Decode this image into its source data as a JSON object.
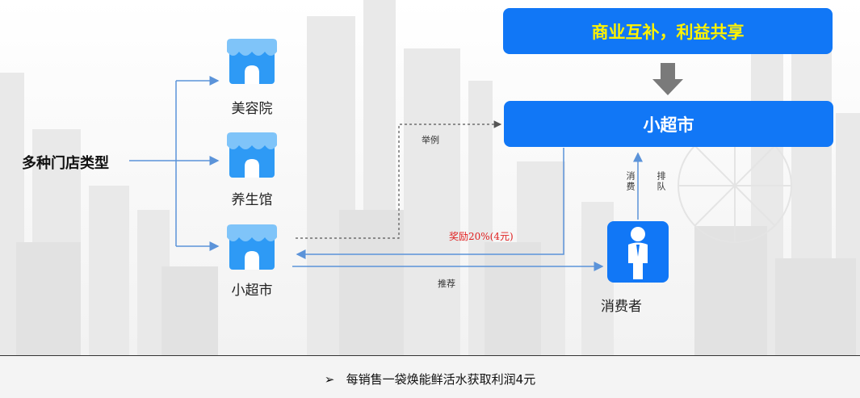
{
  "diagram": {
    "source": "多种门店类型",
    "stores": [
      "美容院",
      "养生馆",
      "小超市"
    ],
    "top_banner": "商业互补，利益共享",
    "supermarket_banner": "小超市",
    "consumer": "消费者",
    "edge_labels": {
      "example": "举例",
      "reward": "奖励20%(4元)",
      "recommend": "推荐",
      "consume": "消费",
      "queue": "排队"
    }
  },
  "footer": {
    "bullet": "➢",
    "text": "每销售一袋焕能鲜活水获取利润4元"
  },
  "colors": {
    "banner_blue": "#1177f6",
    "store_blue": "#2e9af5",
    "arrow_blue": "#5b93d9",
    "highlight_yellow": "#fff200",
    "reward_red": "#e02020"
  }
}
